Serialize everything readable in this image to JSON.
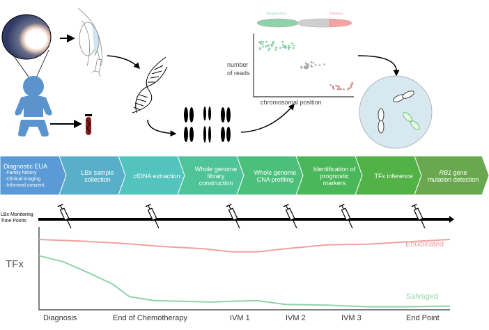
{
  "workflow_illustration": {
    "icons": [
      "fundus-image",
      "baby-icon",
      "eye-syringe-icon",
      "blood-tube-icon",
      "dna-helix-icon",
      "chromosomes-icon",
      "cell-with-dna-icon"
    ],
    "cna_plot": {
      "chromosome_labels": {
        "amplification": "Amplification",
        "deletion": "Deletion"
      },
      "ylabel_line1": "number",
      "ylabel_line2": "of reads",
      "xlabel": "chromosomal position"
    }
  },
  "pipeline_steps": [
    {
      "title": "Diagnostic EUA",
      "bullets": [
        "· Family history",
        "· Clinical imaging",
        "· Informed consent"
      ],
      "color": "#5b9bd5"
    },
    {
      "title_line1": "LBx sample",
      "title_line2": "collection",
      "color": "#57afc8"
    },
    {
      "title_line1": "cfDNA extraction",
      "title_line2": "",
      "color": "#52c3bd"
    },
    {
      "title_line1": "Whole genome",
      "title_line2": "library",
      "title_line3": "construction",
      "color": "#4fc49a"
    },
    {
      "title_line1": "Whole genome",
      "title_line2": "CNA profiling",
      "color": "#4cbf7a"
    },
    {
      "title_line1": "Identification of",
      "title_line2": "prognostic",
      "title_line3": "markers",
      "color": "#4ab85a"
    },
    {
      "title_line1": "TFx inference",
      "title_line2": "",
      "color": "#52b246"
    },
    {
      "title_italic": "RB1",
      "title_rest": " gene",
      "title_line2": "mutation detection",
      "color": "#6aa84f"
    }
  ],
  "timeline": {
    "label_line1": "LBx Monitoring",
    "label_line2": "Time Points",
    "timepoint_count": 6
  },
  "chart_data": {
    "type": "line",
    "title": "",
    "ylabel": "TFx",
    "xlabel": "",
    "categories": [
      "Diagnosis",
      "End of Chemotherapy",
      "IVM 1",
      "IVM 2",
      "IVM 3",
      "End Point"
    ],
    "grid": false,
    "ylim": [
      0,
      1
    ],
    "series": [
      {
        "name": "Enucleated",
        "color": "#f0a0a0",
        "x": [
          0,
          0.1,
          0.2,
          0.3,
          0.4,
          0.47,
          0.53,
          0.6,
          0.7,
          0.8,
          0.9,
          1.0
        ],
        "values": [
          0.91,
          0.89,
          0.86,
          0.82,
          0.79,
          0.75,
          0.75,
          0.79,
          0.84,
          0.85,
          0.88,
          0.91
        ]
      },
      {
        "name": "Salvaged",
        "color": "#8fd4a8",
        "x": [
          0,
          0.06,
          0.12,
          0.18,
          0.22,
          0.28,
          0.35,
          0.42,
          0.47,
          0.53,
          0.6,
          0.7,
          0.8,
          0.9,
          1.0
        ],
        "values": [
          0.7,
          0.62,
          0.48,
          0.33,
          0.17,
          0.12,
          0.11,
          0.1,
          0.11,
          0.12,
          0.07,
          0.06,
          0.04,
          0.04,
          0.05
        ]
      }
    ],
    "annotations": [
      {
        "text": "Enucleated",
        "color": "#f0a0a0"
      },
      {
        "text": "Salvaged",
        "color": "#8fd4a8"
      }
    ]
  }
}
